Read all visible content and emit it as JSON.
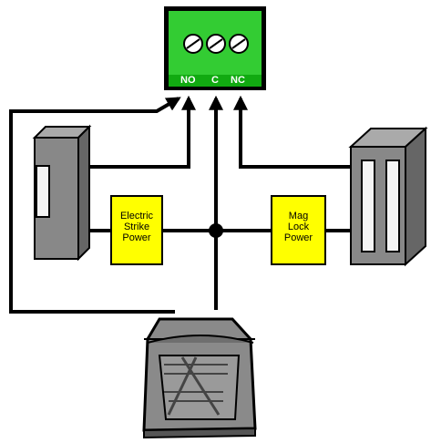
{
  "relay": {
    "terminals": [
      "NO",
      "C",
      "NC"
    ],
    "body_color": "#33cc33",
    "panel_color": "#11aa11"
  },
  "boxes": {
    "strike_power": "Electric\nStrike\nPower",
    "mag_power": "Mag\nLock\nPower",
    "box_color": "#ffff00"
  },
  "device_color": "#888888"
}
